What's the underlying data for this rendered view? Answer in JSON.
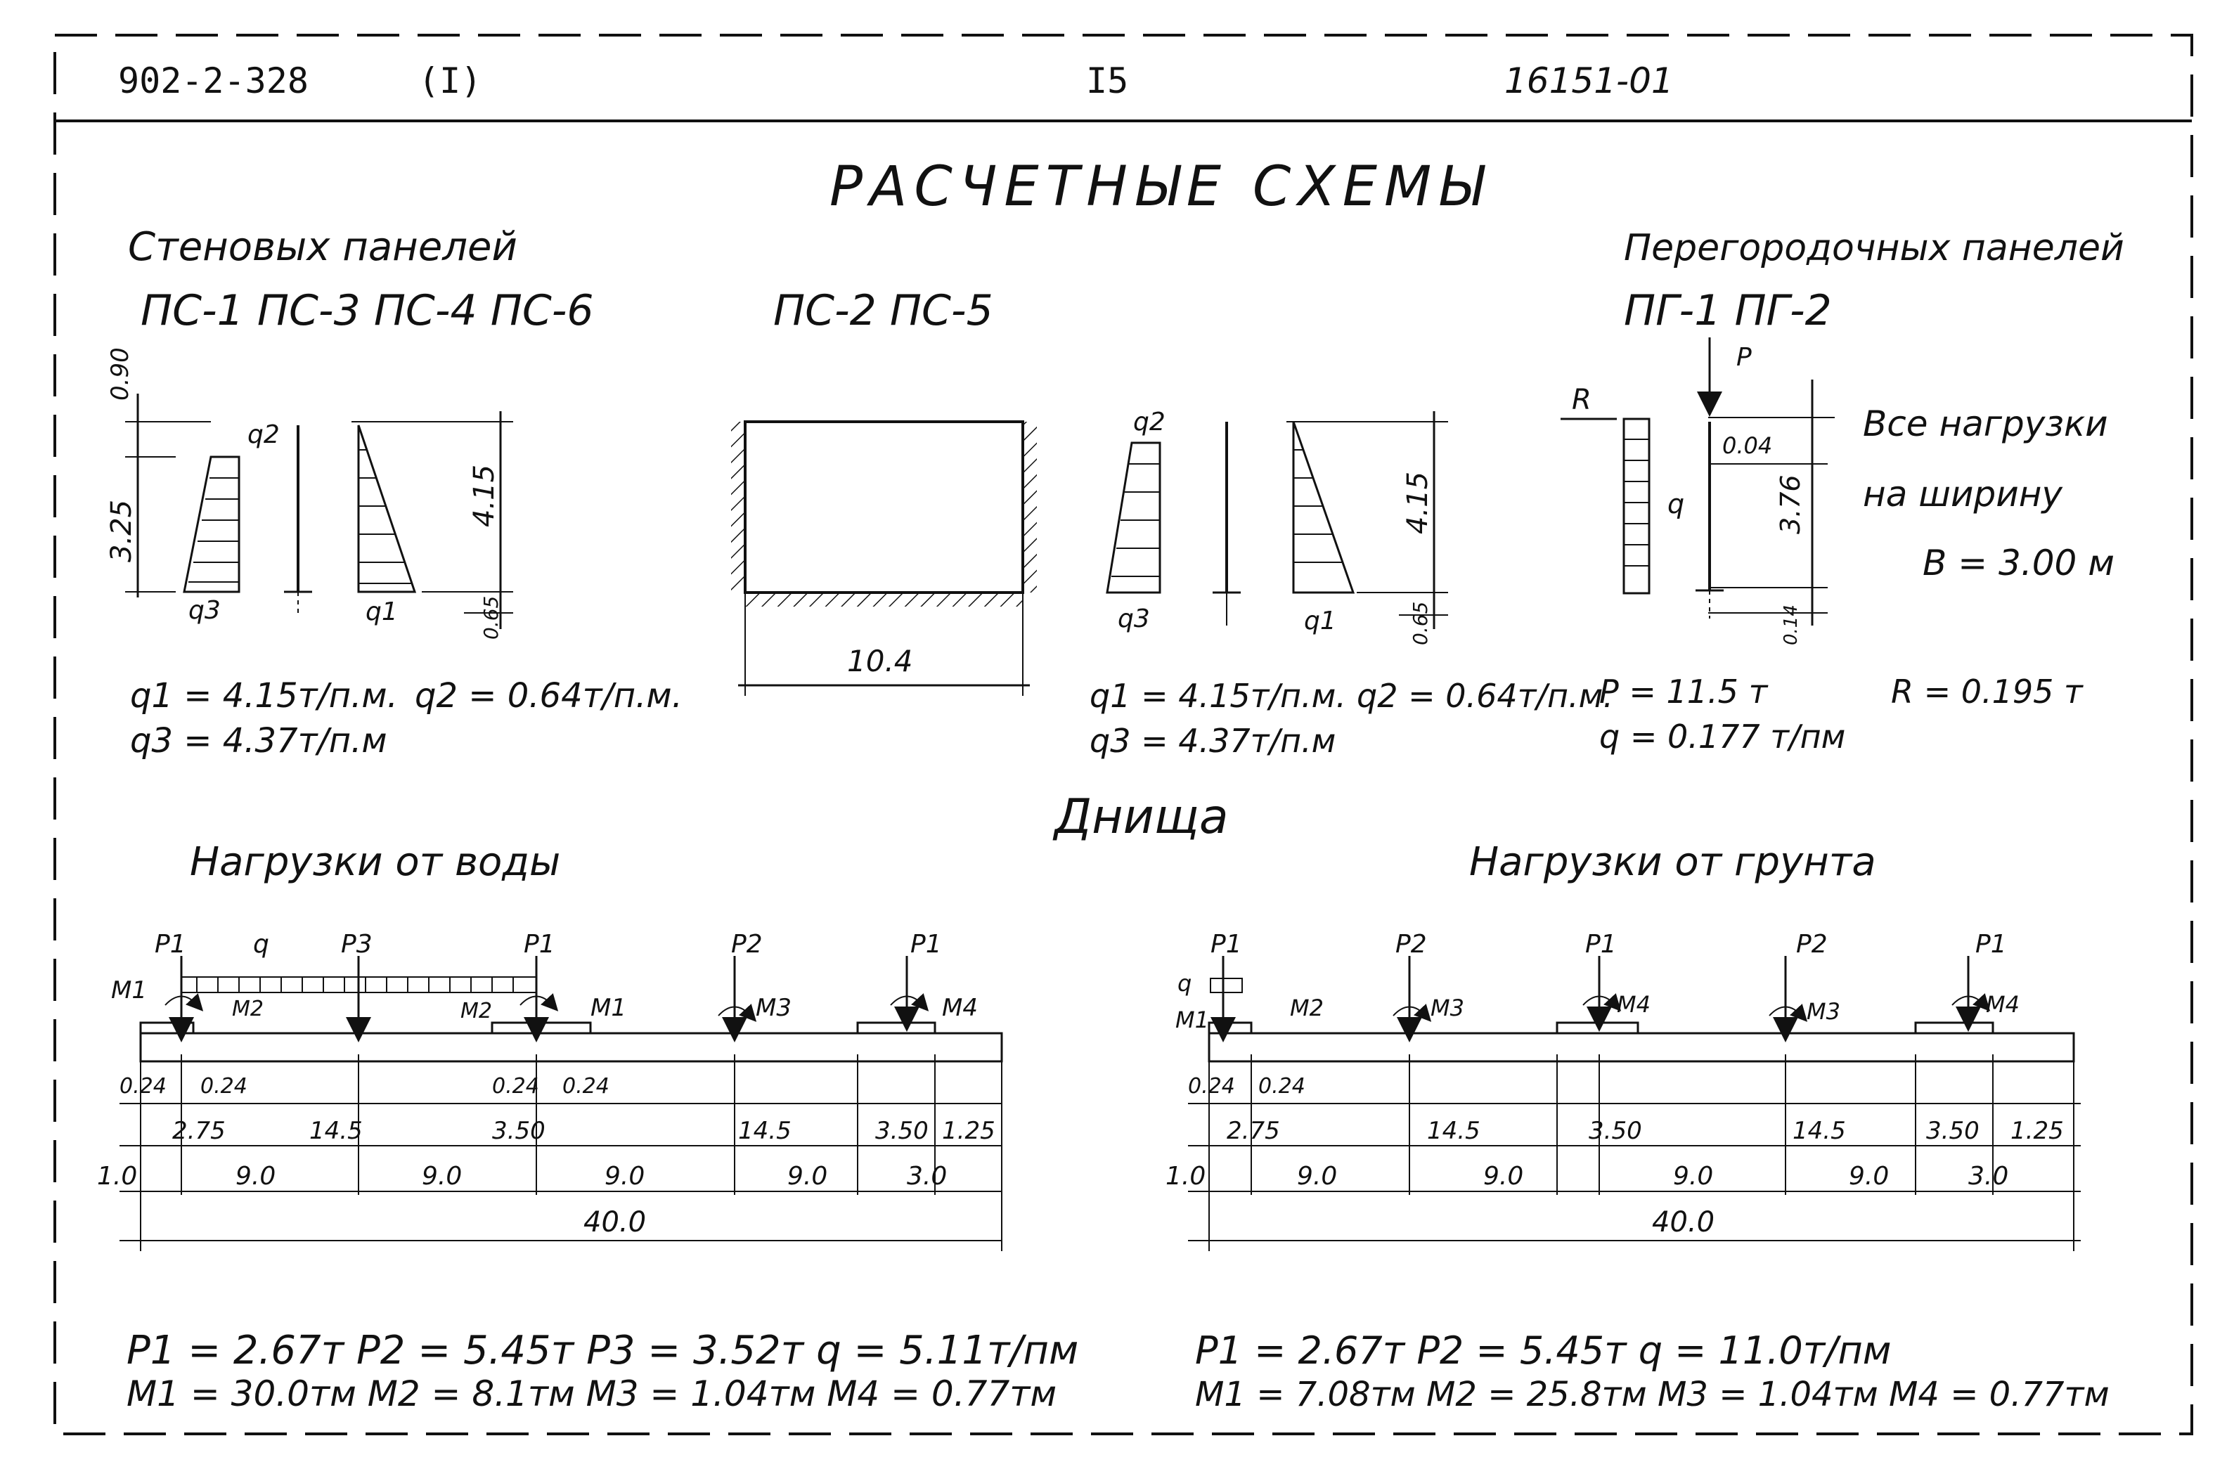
{
  "header": {
    "series": "902-2-328",
    "part": "(I)",
    "sheet": "I5",
    "code": "16151-01"
  },
  "title": "РАСЧЕТНЫЕ СХЕМЫ",
  "wall": {
    "heading": "Стеновых панелей",
    "group1": {
      "marks": "ПС-1  ПС-3  ПС-4  ПС-6",
      "dims": {
        "top": "0.90",
        "mid": "3.25",
        "height": "4.15",
        "bottom": "0.65"
      },
      "labels": {
        "q2": "q2",
        "q3": "q3",
        "q1": "q1"
      },
      "loads": {
        "q1": "q1 = 4.15т/п.м.",
        "q2": "q2 = 0.64т/п.м.",
        "q3": "q3 = 4.37т/п.м"
      }
    },
    "group2": {
      "marks": "ПС-2  ПС-5",
      "span": "10.4",
      "dims": {
        "height": "4.15",
        "bottom": "0.65"
      },
      "labels": {
        "q2": "q2",
        "q3": "q3",
        "q1": "q1"
      },
      "loads": {
        "q1": "q1 = 4.15т/п.м.",
        "q2": "q2 = 0.64т/п.м.",
        "q3": "q3 = 4.37т/п.м"
      }
    }
  },
  "partition": {
    "heading": "Перегородочных панелей",
    "marks": "ПГ-1  ПГ-2",
    "labels": {
      "P": "P",
      "R": "R",
      "q": "q"
    },
    "dims": {
      "top": "0.04",
      "height": "3.76",
      "bottom": "0.14"
    },
    "loads": {
      "P": "P = 11.5 т",
      "q": "q = 0.177 т/пм",
      "R": "R = 0.195 т"
    }
  },
  "note": {
    "line1": "Все нагрузки",
    "line2": "на ширину",
    "line3": "В = 3.00 м"
  },
  "bottom_heading": "Днища",
  "water": {
    "heading": "Нагрузки от воды",
    "labels": {
      "P1": "P1",
      "P2": "P2",
      "P3": "P3",
      "q": "q",
      "M1": "M1",
      "M2": "M2",
      "M3": "M3",
      "M4": "M4"
    },
    "dims_small": [
      "0.24",
      "0.24",
      "0.24",
      "0.24"
    ],
    "dims_row1": [
      "2.75",
      "14.5",
      "3.50",
      "14.5",
      "3.50",
      "1.25"
    ],
    "dims_row2": [
      "1.0",
      "9.0",
      "9.0",
      "9.0",
      "9.0",
      "3.0"
    ],
    "total": "40.0",
    "result1": "P1 = 2.67т   P2 = 5.45т   P3 = 3.52т   q = 5.11т/пм",
    "result2": "M1 = 30.0тм  M2 = 8.1тм  M3 = 1.04тм  M4 = 0.77тм"
  },
  "soil": {
    "heading": "Нагрузки от грунта",
    "labels": {
      "P1": "P1",
      "P2": "P2",
      "q": "q",
      "M1": "M1",
      "M2": "M2",
      "M3": "M3",
      "M4": "M4"
    },
    "dims_small": [
      "0.24",
      "0.24"
    ],
    "dims_row1": [
      "2.75",
      "14.5",
      "3.50",
      "14.5",
      "3.50",
      "1.25"
    ],
    "dims_row2": [
      "1.0",
      "9.0",
      "9.0",
      "9.0",
      "9.0",
      "3.0"
    ],
    "total": "40.0",
    "result1": "P1 = 2.67т   P2 = 5.45т   q = 11.0т/пм",
    "result2": "M1 = 7.08тм  M2 = 25.8тм  M3 = 1.04тм   M4 = 0.77тм"
  }
}
